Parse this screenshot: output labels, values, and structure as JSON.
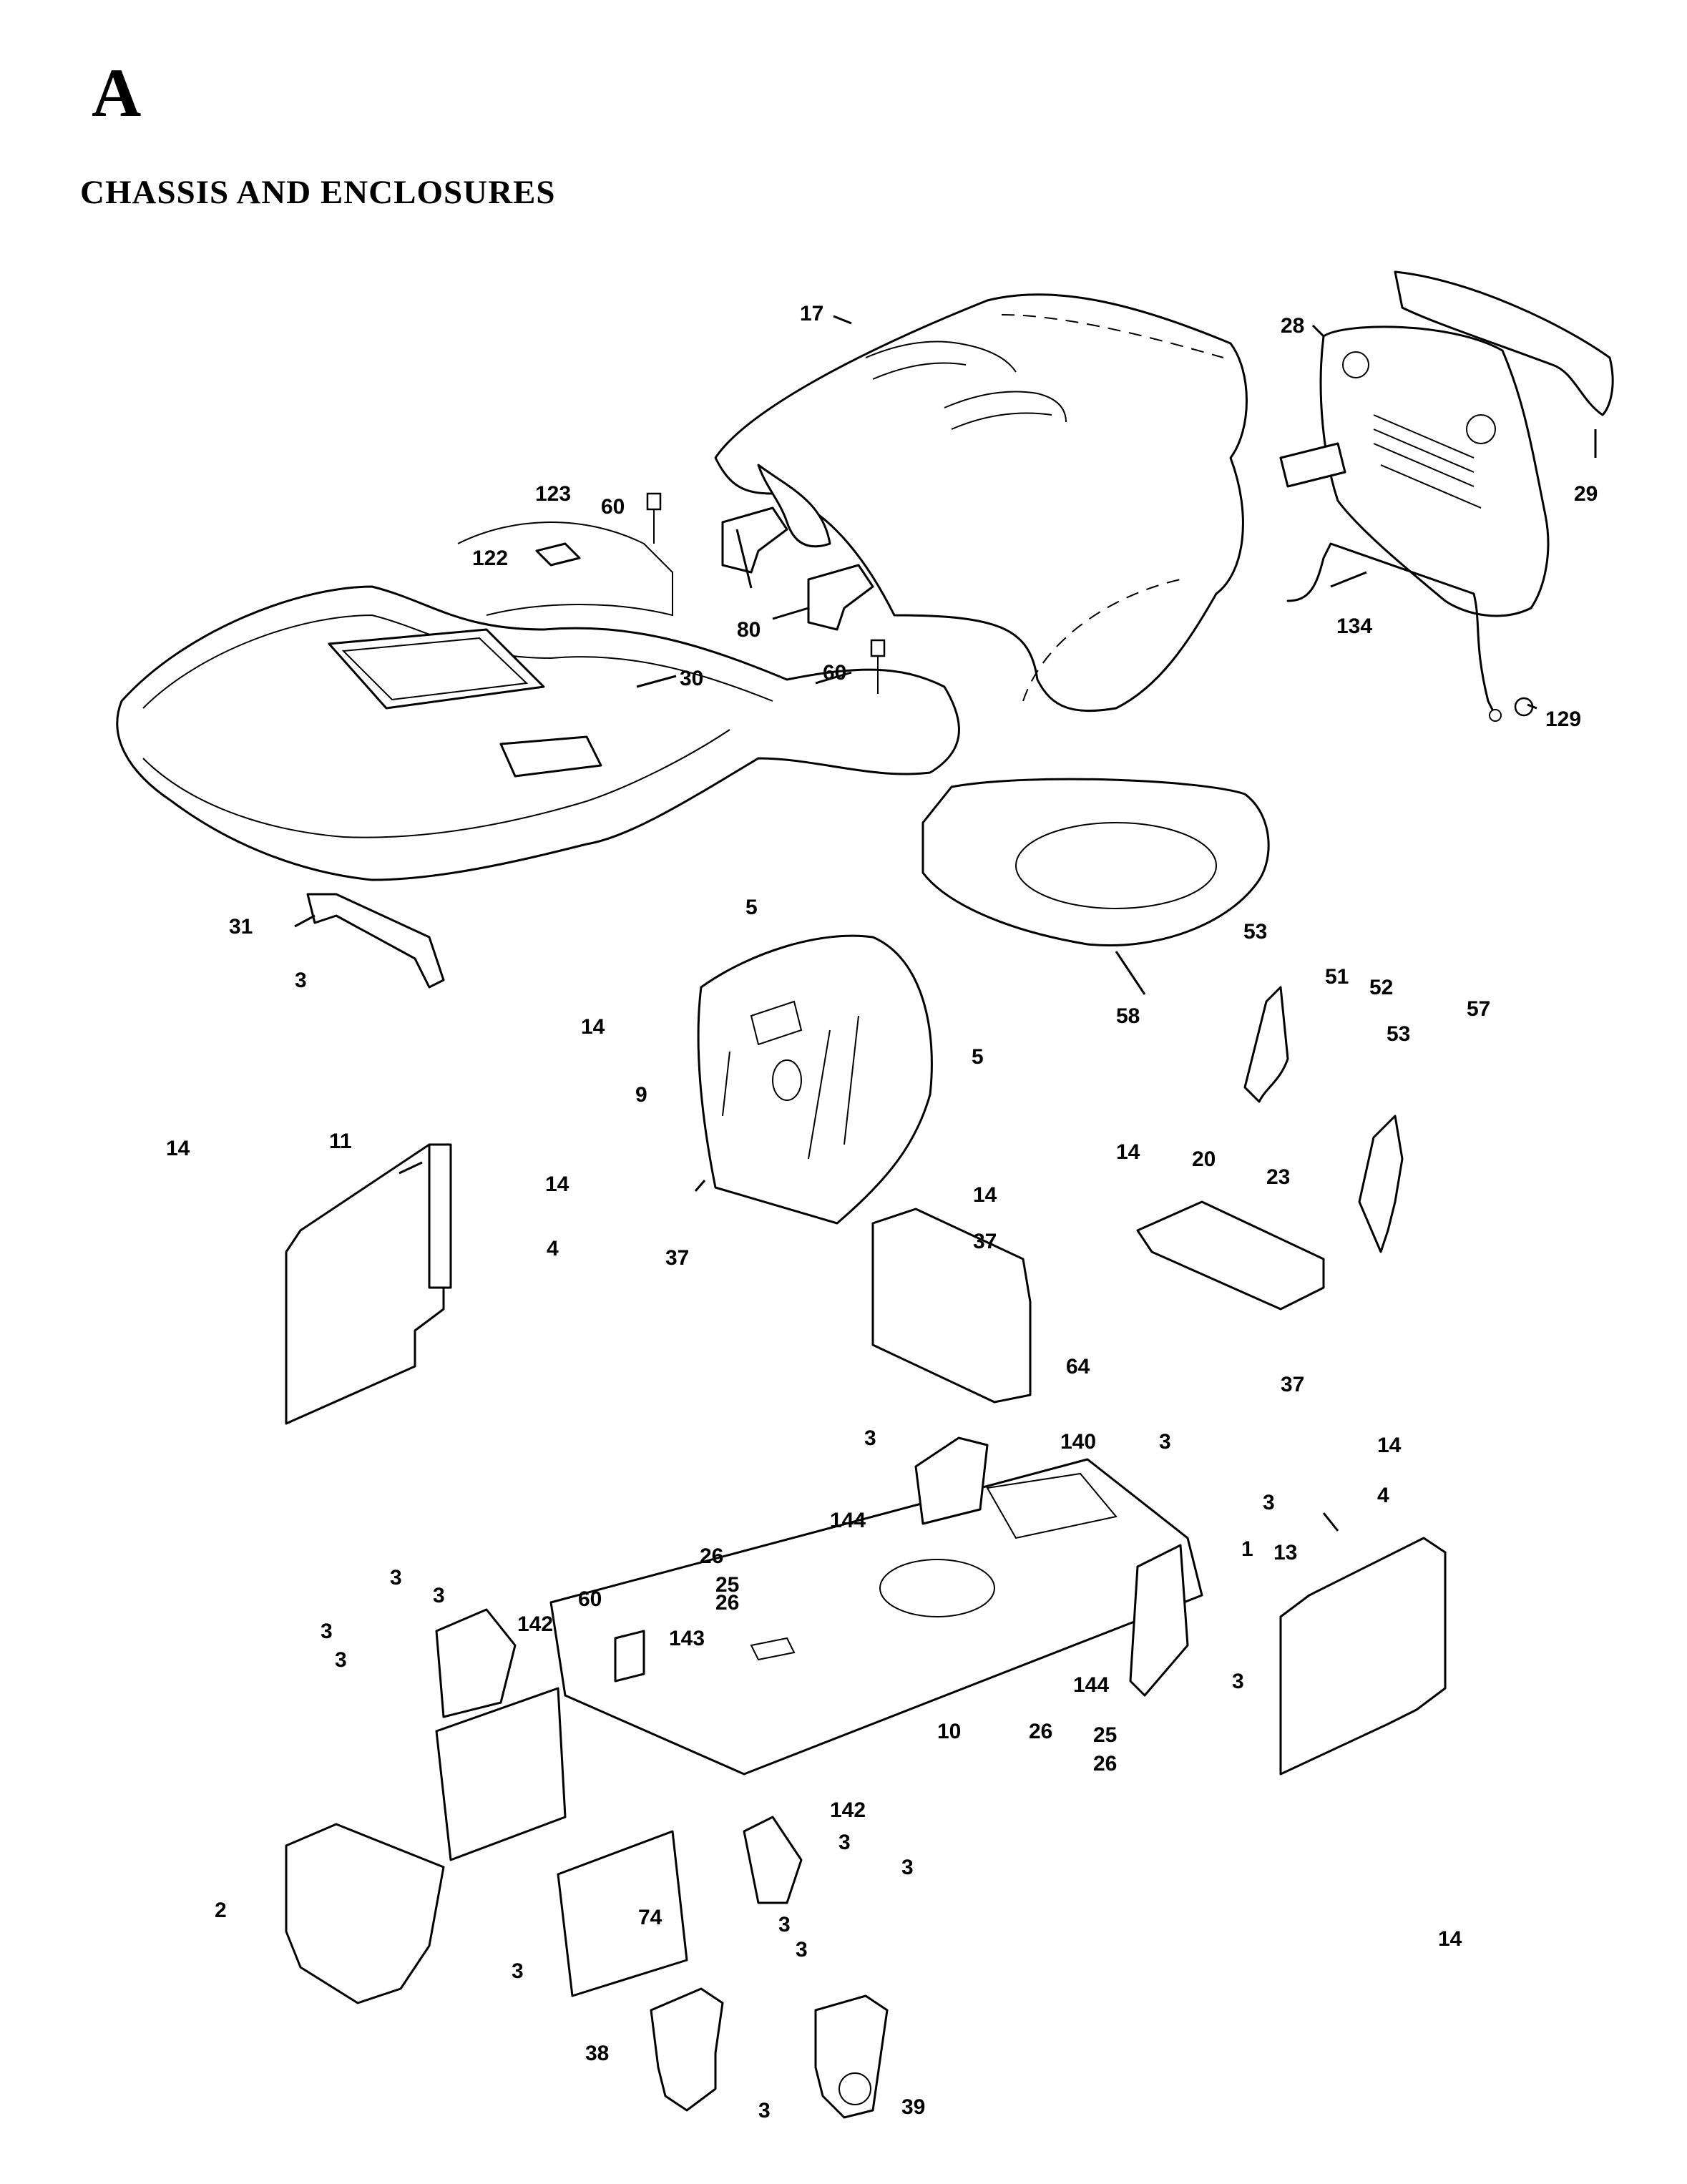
{
  "section_letter": "A",
  "section_title": "CHASSIS AND ENCLOSURES",
  "callouts": [
    {
      "id": "c17",
      "label": "17"
    },
    {
      "id": "c28",
      "label": "28"
    },
    {
      "id": "c29",
      "label": "29"
    },
    {
      "id": "c123",
      "label": "123"
    },
    {
      "id": "c60a",
      "label": "60"
    },
    {
      "id": "c122",
      "label": "122"
    },
    {
      "id": "c80",
      "label": "80"
    },
    {
      "id": "c60b",
      "label": "60"
    },
    {
      "id": "c30",
      "label": "30"
    },
    {
      "id": "c134",
      "label": "134"
    },
    {
      "id": "c129",
      "label": "129"
    },
    {
      "id": "c31",
      "label": "31"
    },
    {
      "id": "c3a",
      "label": "3"
    },
    {
      "id": "c5a",
      "label": "5"
    },
    {
      "id": "c58",
      "label": "58"
    },
    {
      "id": "c53a",
      "label": "53"
    },
    {
      "id": "c51",
      "label": "51"
    },
    {
      "id": "c52",
      "label": "52"
    },
    {
      "id": "c53b",
      "label": "53"
    },
    {
      "id": "c57",
      "label": "57"
    },
    {
      "id": "c14a",
      "label": "14"
    },
    {
      "id": "c5b",
      "label": "5"
    },
    {
      "id": "c9",
      "label": "9"
    },
    {
      "id": "c11",
      "label": "11"
    },
    {
      "id": "c14b",
      "label": "14"
    },
    {
      "id": "c14c",
      "label": "14"
    },
    {
      "id": "c4a",
      "label": "4"
    },
    {
      "id": "c37a",
      "label": "37"
    },
    {
      "id": "c20",
      "label": "20"
    },
    {
      "id": "c23",
      "label": "23"
    },
    {
      "id": "c14d",
      "label": "14"
    },
    {
      "id": "c14e",
      "label": "14"
    },
    {
      "id": "c37b",
      "label": "37"
    },
    {
      "id": "c64",
      "label": "64"
    },
    {
      "id": "c37c",
      "label": "37"
    },
    {
      "id": "c3b",
      "label": "3"
    },
    {
      "id": "c140",
      "label": "140"
    },
    {
      "id": "c3c",
      "label": "3"
    },
    {
      "id": "c14f",
      "label": "14"
    },
    {
      "id": "c4b",
      "label": "4"
    },
    {
      "id": "c3d",
      "label": "3"
    },
    {
      "id": "c144a",
      "label": "144"
    },
    {
      "id": "c1",
      "label": "1"
    },
    {
      "id": "c13",
      "label": "13"
    },
    {
      "id": "c26a",
      "label": "26"
    },
    {
      "id": "c25a",
      "label": "25"
    },
    {
      "id": "c26b",
      "label": "26"
    },
    {
      "id": "c3e",
      "label": "3"
    },
    {
      "id": "c3f",
      "label": "3"
    },
    {
      "id": "c60c",
      "label": "60"
    },
    {
      "id": "c3g",
      "label": "3"
    },
    {
      "id": "c142a",
      "label": "142"
    },
    {
      "id": "c3h",
      "label": "3"
    },
    {
      "id": "c143",
      "label": "143"
    },
    {
      "id": "c3i",
      "label": "3"
    },
    {
      "id": "c144b",
      "label": "144"
    },
    {
      "id": "c10",
      "label": "10"
    },
    {
      "id": "c26c",
      "label": "26"
    },
    {
      "id": "c25b",
      "label": "25"
    },
    {
      "id": "c26d",
      "label": "26"
    },
    {
      "id": "c142b",
      "label": "142"
    },
    {
      "id": "c3j",
      "label": "3"
    },
    {
      "id": "c3k",
      "label": "3"
    },
    {
      "id": "c2",
      "label": "2"
    },
    {
      "id": "c74",
      "label": "74"
    },
    {
      "id": "c3l",
      "label": "3"
    },
    {
      "id": "c3m",
      "label": "3"
    },
    {
      "id": "c14g",
      "label": "14"
    },
    {
      "id": "c3n",
      "label": "3"
    },
    {
      "id": "c38",
      "label": "38"
    },
    {
      "id": "c3o",
      "label": "3"
    },
    {
      "id": "c39",
      "label": "39"
    }
  ]
}
